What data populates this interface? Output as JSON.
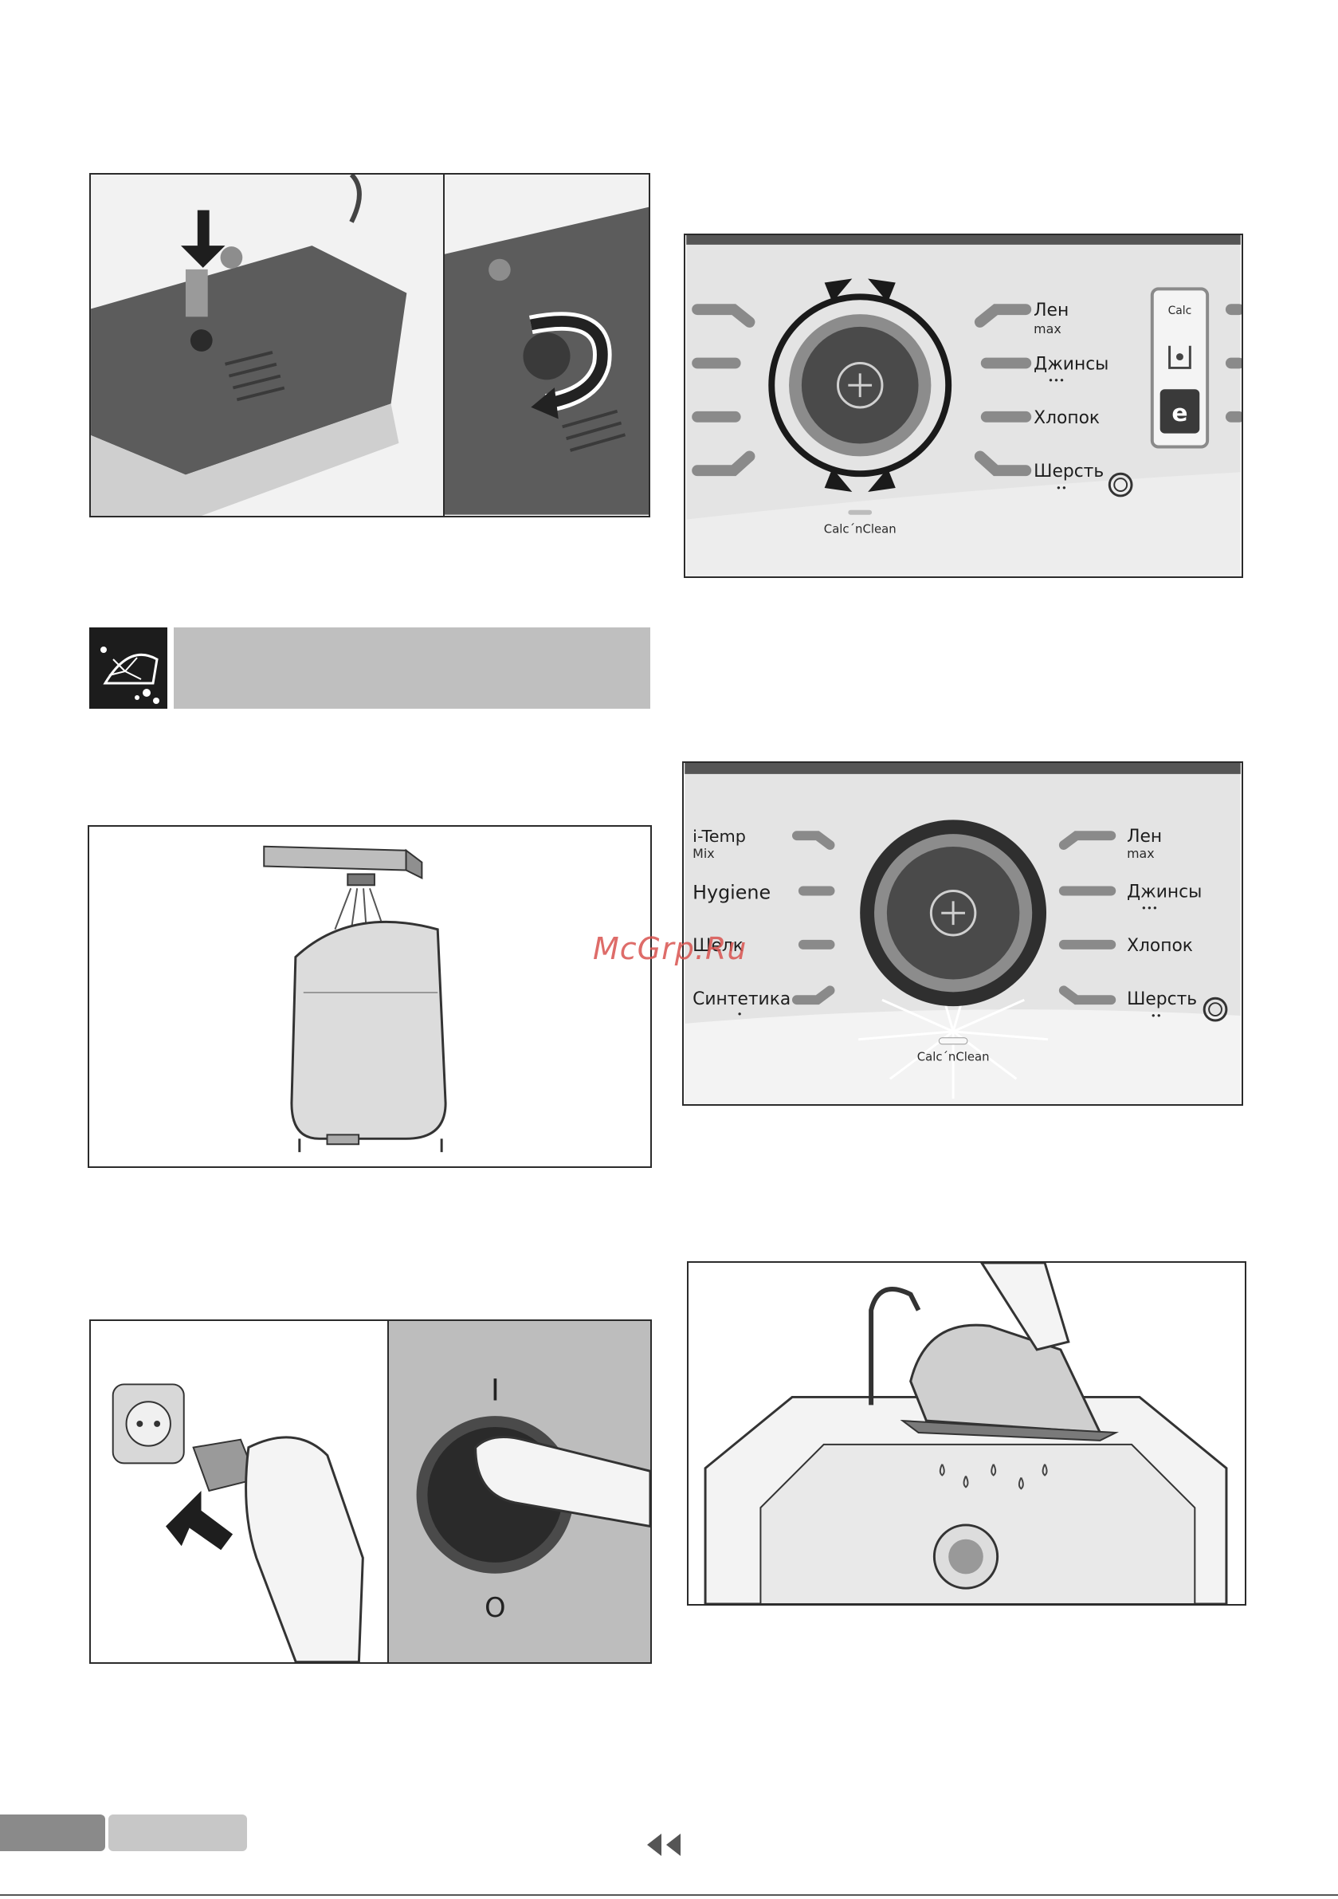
{
  "watermark": "McGrp.Ru",
  "figure_top": {
    "step_a_marker": "",
    "step_b_marker": ""
  },
  "panel1": {
    "dial_label": "Calc´nClean",
    "right_labels": [
      "Лен",
      "Джинсы",
      "Хлопок",
      "Шерсть"
    ],
    "right_sub": [
      "max",
      "•••",
      "",
      "••"
    ],
    "calc_button": "Calc",
    "eco_button": "e"
  },
  "panel2": {
    "left_labels": [
      "i-Temp",
      "Hygiene",
      "Шелк",
      "Синтетика"
    ],
    "left_sub": [
      "Mix",
      "",
      "",
      "•"
    ],
    "right_labels": [
      "Лен",
      "Джинсы",
      "Хлопок",
      "Шерсть"
    ],
    "right_sub": [
      "max",
      "•••",
      "",
      "••"
    ],
    "dial_label": "Calc´nClean"
  },
  "switch_panel": {
    "on_symbol": "I",
    "off_symbol": "O"
  },
  "colors": {
    "frame": "#2b2b2b",
    "panel_bg": "#e6e6e6",
    "dial_dark": "#4a4a4a",
    "header_bar": "#bfbfbf",
    "watermark": "#d9534f"
  }
}
